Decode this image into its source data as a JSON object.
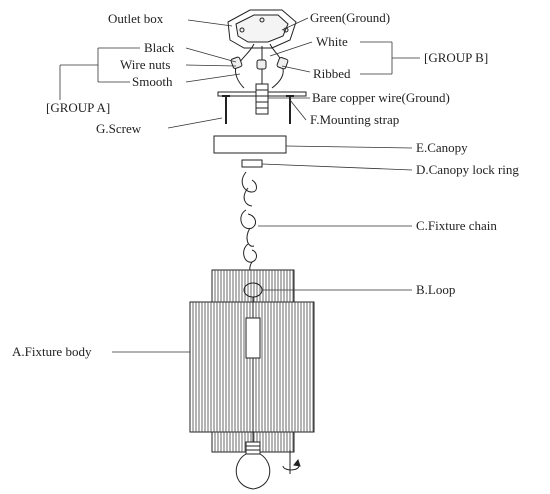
{
  "labels": {
    "outlet_box": "Outlet box",
    "green_ground": "Green(Ground)",
    "white": "White",
    "black": "Black",
    "wire_nuts": "Wire nuts",
    "smooth": "Smooth",
    "ribbed": "Ribbed",
    "group_b": "[GROUP B]",
    "group_a": "[GROUP A]",
    "bare_copper": "Bare copper wire(Ground)",
    "screw": "G.Screw",
    "mounting_strap": "F.Mounting strap",
    "canopy": "E.Canopy",
    "canopy_lock_ring": "D.Canopy lock ring",
    "fixture_chain": "C.Fixture chain",
    "loop": "B.Loop",
    "fixture_body": "A.Fixture body"
  },
  "icons": {
    "rotate": "rotate-arrow-icon"
  }
}
